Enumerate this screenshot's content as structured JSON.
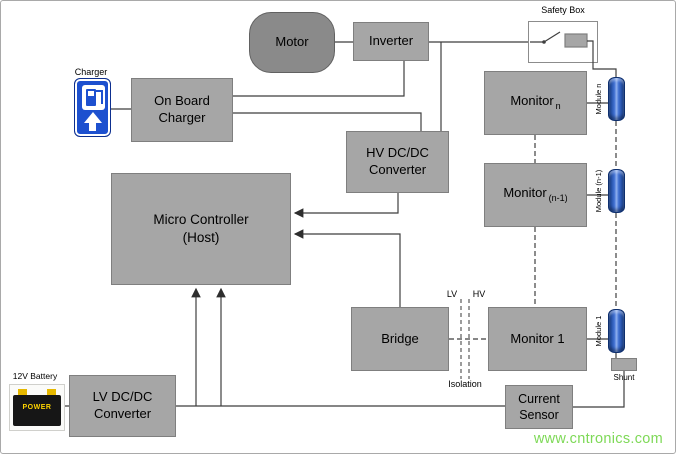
{
  "watermark": "www.cntronics.com",
  "colors": {
    "block_fill": "#a6a6a6",
    "block_border": "#7f7f7f",
    "motor_fill": "#8a8a8a",
    "charger_blue": "#1d50cf",
    "module_blue": "#3f6fd1",
    "watermark_green": "#7ed957"
  },
  "labels": {
    "motor": "Motor",
    "inverter": "Inverter",
    "safety_box": "Safety Box",
    "charger": "Charger",
    "on_board_charger": "On Board\nCharger",
    "hv_dcdc": "HV DC/DC\nConverter",
    "micro_controller": "Micro Controller\n(Host)",
    "monitor_prefix": "Monitor",
    "monitor_n_sub": "n",
    "monitor_n1_sub": "(n-1)",
    "monitor_1": "Monitor 1",
    "bridge": "Bridge",
    "lv_dcdc": "LV DC/DC\nConverter",
    "battery_12v": "12V Battery",
    "battery_brand": "POWER",
    "current_sensor": "Current\nSensor",
    "module_n": "Module n",
    "module_n1": "Module (n-1)",
    "module_1": "Module 1",
    "shunt": "Shunt",
    "lv": "LV",
    "hv": "HV",
    "isolation": "Isolation"
  }
}
